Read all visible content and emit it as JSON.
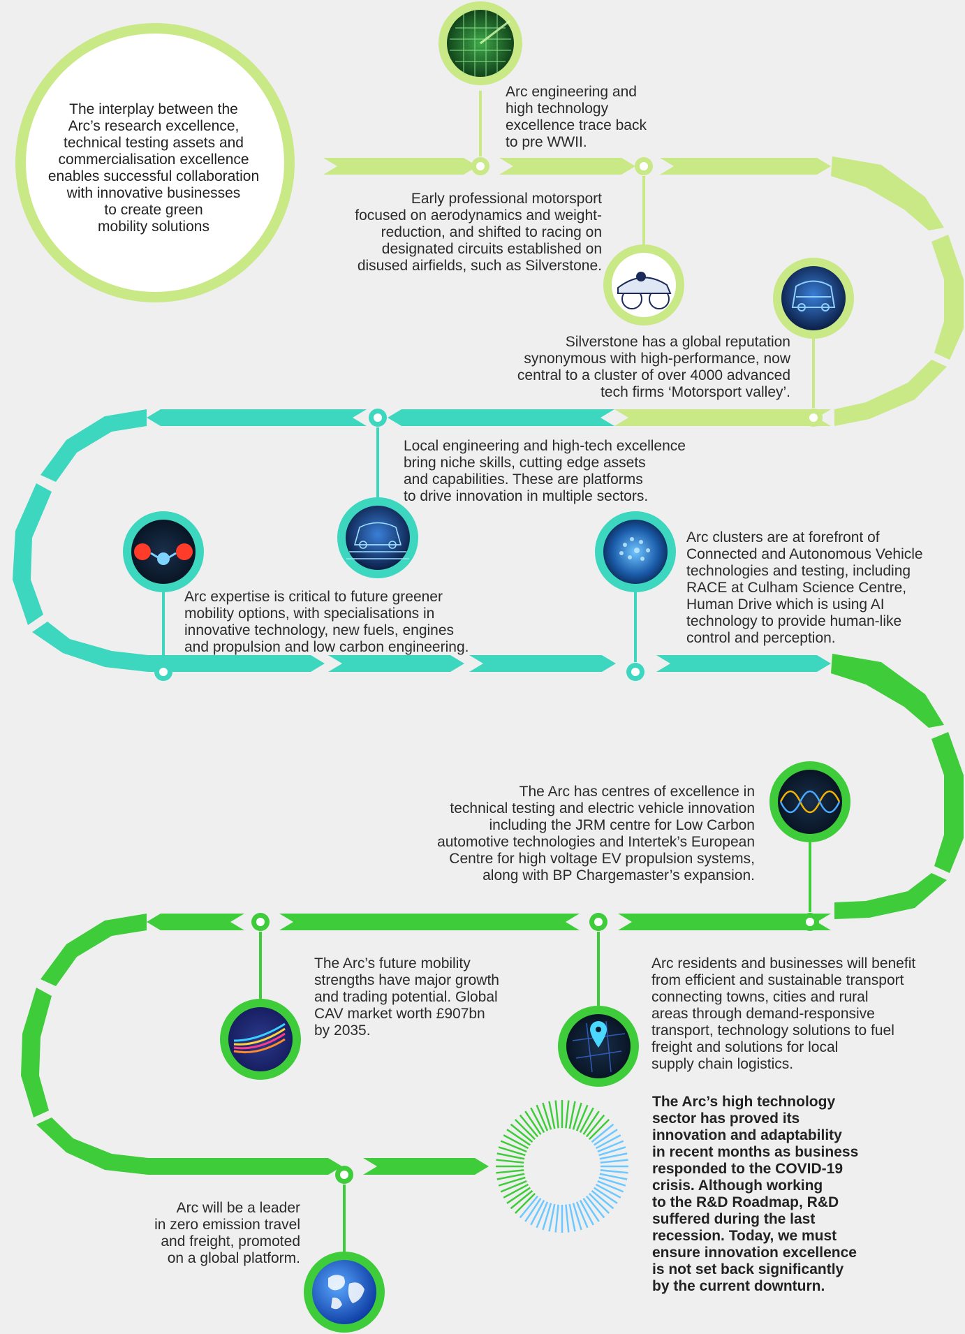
{
  "intro": "The interplay between the\nArc’s research excellence,\ntechnical testing assets and\ncommercialisation excellence\nenables successful collaboration\nwith innovative businesses\nto create green\nmobility solutions",
  "colors": {
    "background": "#efefef",
    "lime": "#c9e886",
    "lime_dark": "#b9df6e",
    "teal": "#3dd6bf",
    "green": "#3ecc3a",
    "intro_ring": "#c9e886"
  },
  "milestones": [
    {
      "id": "m1",
      "icon": "radar-grid-icon",
      "text": "Arc engineering and\nhigh technology\nexcellence trace back\nto pre WWII."
    },
    {
      "id": "m2",
      "icon": "vintage-race-car-icon",
      "text": "Early professional motorsport\nfocused on aerodynamics and weight-\nreduction, and shifted to racing on\ndesignated circuits established on\ndisused airfields, such as Silverstone."
    },
    {
      "id": "m3",
      "icon": "digital-car-icon",
      "text": "Silverstone has a global reputation\nsynonymous with high-performance, now\ncentral to a cluster of over 4000 advanced\ntech firms ‘Motorsport valley’."
    },
    {
      "id": "m4",
      "icon": "wireframe-car-icon",
      "text": "Local engineering and high-tech excellence\nbring niche skills, cutting edge assets\nand capabilities. These are platforms\nto drive innovation in multiple sectors."
    },
    {
      "id": "m5",
      "icon": "hydrogen-molecule-icon",
      "text": "Arc expertise is critical to future greener\nmobility options, with specialisations in\ninnovative technology, new fuels, engines\nand propulsion and low carbon engineering."
    },
    {
      "id": "m6",
      "icon": "ai-brain-icon",
      "text": "Arc clusters are at forefront of\nConnected and Autonomous Vehicle\ntechnologies and testing, including\nRACE at Culham Science Centre,\nHuman Drive which is using AI\ntechnology to provide human-like\ncontrol and perception."
    },
    {
      "id": "m7",
      "icon": "sine-wave-icon",
      "text": "The Arc has centres of excellence in\ntechnical testing and electric vehicle innovation\nincluding the JRM centre for Low Carbon\nautomotive technologies and Intertek’s European\nCentre for high voltage EV propulsion systems,\nalong with BP Chargemaster’s expansion."
    },
    {
      "id": "m8",
      "icon": "growth-arrows-icon",
      "text": "The Arc’s future mobility\nstrengths have major growth\nand trading potential. Global\nCAV market worth £907bn\nby 2035."
    },
    {
      "id": "m9",
      "icon": "map-pin-icon",
      "text": "Arc residents and businesses will benefit\nfrom efficient and sustainable transport\nconnecting towns, cities and rural\nareas through demand-responsive\ntransport, technology solutions to fuel\nfreight and solutions for local\nsupply chain logistics."
    },
    {
      "id": "m10",
      "icon": "globe-icon",
      "text": "Arc will be a leader\nin zero emission travel\nand freight, promoted\non a global platform."
    }
  ],
  "covid_note": "The Arc’s high technology\nsector has proved its\ninnovation and adaptability\nin recent months as business\nresponded to the COVID-19\ncrisis. Although working\nto the R&D Roadmap, R&D\nsuffered during the last\nrecession. Today, we must\nensure innovation excellence\nis not set back significantly\nby the current downturn.",
  "covid_icon": "starburst-icon"
}
